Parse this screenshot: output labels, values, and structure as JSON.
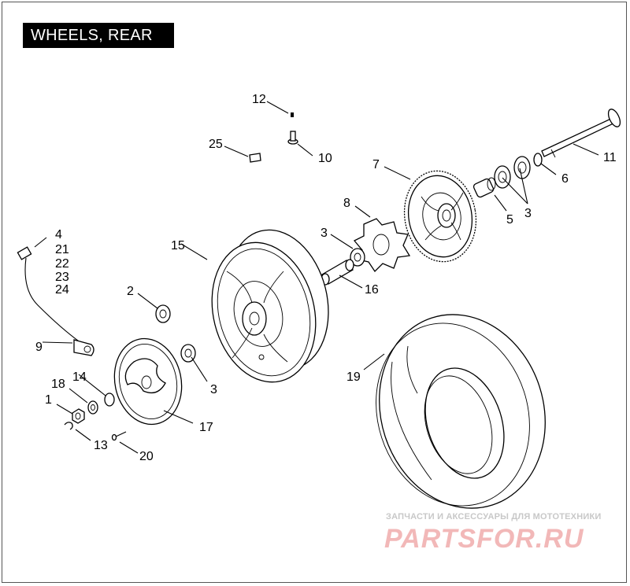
{
  "title": "WHEELS, REAR",
  "callouts": [
    "12",
    "25",
    "10",
    "11",
    "7",
    "6",
    "8",
    "3",
    "4",
    "21",
    "22",
    "23",
    "24",
    "15",
    "3",
    "5",
    "16",
    "2",
    "9",
    "14",
    "18",
    "1",
    "3",
    "17",
    "19",
    "13",
    "20"
  ],
  "watermark": {
    "tagline": "ЗАПЧАСТИ И АКСЕССУАРЫ ДЛЯ МОТОТЕХНИКИ",
    "brand": "PARTSFOR.RU"
  }
}
